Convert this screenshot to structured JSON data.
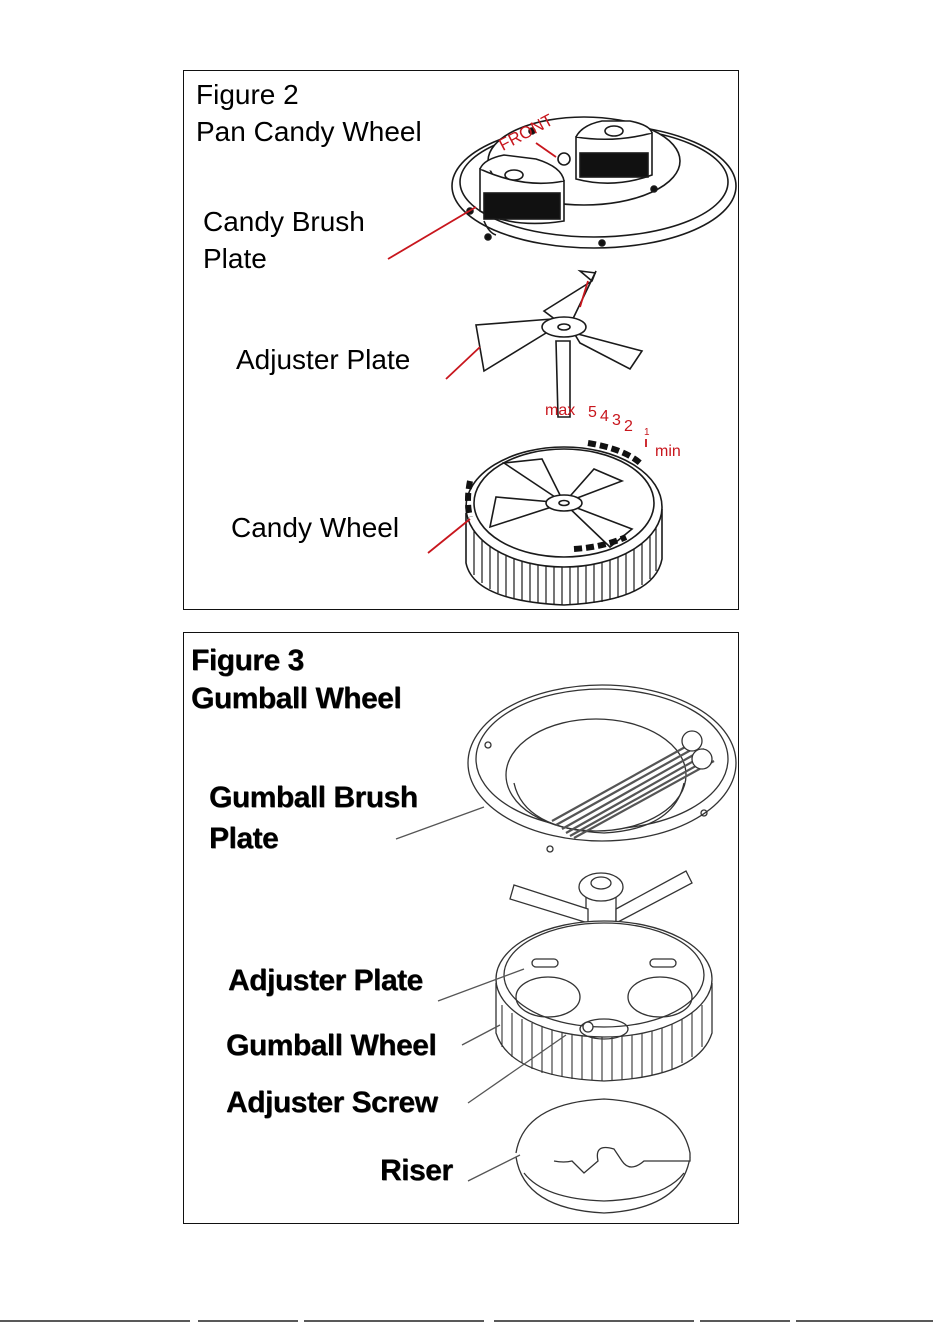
{
  "figure2": {
    "title": "Figure 2",
    "subtitle": "Pan Candy Wheel",
    "callouts": {
      "brush_plate_line1": "Candy Brush",
      "brush_plate_line2": "Plate",
      "adjuster_plate": "Adjuster Plate",
      "candy_wheel": "Candy Wheel"
    },
    "markings": {
      "front": "FRONT",
      "max": "max",
      "n5": "5",
      "n4": "4",
      "n3": "3",
      "n2": "2",
      "n1": "1",
      "min": "min"
    }
  },
  "figure3": {
    "title": "Figure 3",
    "subtitle": "Gumball Wheel",
    "callouts": {
      "brush_plate_line1": "Gumball Brush",
      "brush_plate_line2": "Plate",
      "adjuster_plate": "Adjuster Plate",
      "gumball_wheel": "Gumball Wheel",
      "adjuster_screw": "Adjuster Screw",
      "riser": "Riser"
    }
  },
  "colors": {
    "leader_red": "#c8161d",
    "line_art": "#1a1a1a",
    "border": "#111111"
  }
}
